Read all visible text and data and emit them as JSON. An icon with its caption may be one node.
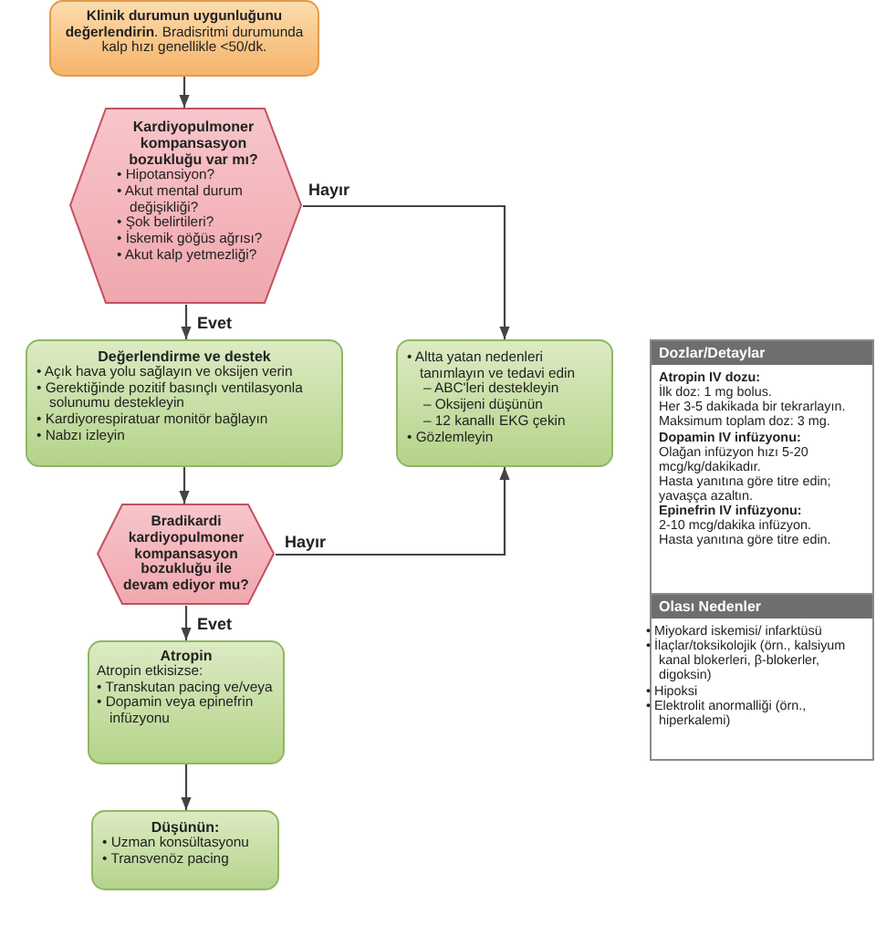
{
  "diagram": {
    "nodes": [
      {
        "text": [
          "**Klinik durumun uygunluğunu değerlendirin**. Bradisritmi durumunda kalp hızı genellikle <50/dk."
        ]
      },
      {
        "text": [
          "Kardiyopulmoner kompansasyon bozukluğu var mı?",
          "• Hipotansiyon?",
          "• Akut mental durum değişikliği?",
          "• Şok belirtileri?",
          "• İskemik göğüs ağrısı?",
          "• Akut kalp yetmezliği?"
        ]
      },
      {
        "text": [
          "Değerlendirme ve destek",
          "• Açık hava yolu sağlayın ve oksijen verin",
          "• Gerektiğinde pozitif basınçlı ventilasyonla solunumu destekleyin",
          "• Kardiyorespiratuar monitör bağlayın",
          "• Nabzı izleyin"
        ]
      },
      {
        "text": [
          "• Altta yatan nedenleri tanımlayın ve tedavi edin",
          "– ABC'leri destekleyin",
          "– Oksijeni düşünün",
          "– 12 kanallı EKG çekin",
          "• Gözlemleyin"
        ]
      },
      {
        "text": [
          "Bradikardi kardiyopulmoner kompansasyon bozukluğu ile devam ediyor mu?"
        ]
      },
      {
        "text": [
          "Atropin",
          "Atropin etkisizse:",
          "• Transkutan pacing ve/veya",
          "• Dopamin veya epinefrin infüzyonu"
        ]
      },
      {
        "text": [
          "Düşünün:",
          "• Uzman konsültasyonu",
          "• Transvenöz pacing"
        ]
      },
      {
        "text": [
          "Dozlar/Detaylar",
          "Atropin IV dozu:",
          "İlk doz: 1 mg bolus.",
          "Her 3-5 dakikada bir tekrarlayın.",
          "Maksimum toplam doz: 3 mg.",
          "Dopamin IV infüzyonu:",
          "Olağan infüzyon hızı 5-20 mcg/kg/dakikadır.",
          "Hasta yanıtına göre titre edin; yavaşça azaltın.",
          "Epinefrin IV infüzyonu:",
          "2-10 mcg/dakika infüzyon.",
          "Hasta yanıtına göre titre edin."
        ]
      },
      {
        "text": [
          "Olası Nedenler",
          "• Miyokard iskemisi/ infarktüsü",
          "• İlaçlar/toksikolojik (örn., kalsiyum kanal blokerleri, β-blokerler, digoksin)",
          "• Hipoksi",
          "• Elektrolit anormalliği (örn., hiperkalemi)"
        ]
      }
    ],
    "edges": [
      {
        "from": 0,
        "to": 1,
        "arrow": "to"
      },
      {
        "from": 1,
        "to": 2,
        "arrow": "to",
        "label": "Evet"
      },
      {
        "from": 1,
        "to": 3,
        "arrow": "to",
        "label": "Hayır"
      },
      {
        "from": 2,
        "to": 4,
        "arrow": "to"
      },
      {
        "from": 4,
        "to": 3,
        "arrow": "to",
        "label": "Hayır"
      },
      {
        "from": 4,
        "to": 5,
        "arrow": "to",
        "label": "Evet"
      },
      {
        "from": 5,
        "to": 6,
        "arrow": "to"
      }
    ]
  }
}
